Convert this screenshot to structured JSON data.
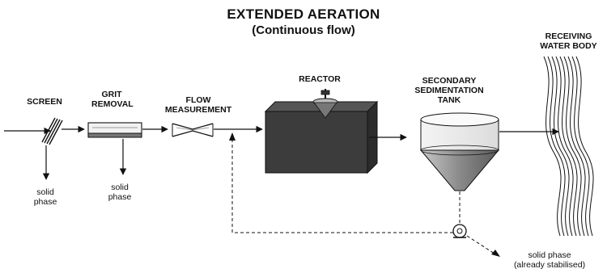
{
  "title": "EXTENDED AERATION",
  "subtitle": "(Continuous flow)",
  "units": {
    "screen": "SCREEN",
    "grit_line1": "GRIT",
    "grit_line2": "REMOVAL",
    "flow_line1": "FLOW",
    "flow_line2": "MEASUREMENT",
    "reactor": "REACTOR",
    "sst_line1": "SECONDARY",
    "sst_line2": "SEDIMENTATION",
    "sst_line3": "TANK",
    "receiving_line1": "RECEIVING",
    "receiving_line2": "WATER BODY"
  },
  "outputs": {
    "screen_solid_line1": "solid",
    "screen_solid_line2": "phase",
    "grit_solid_line1": "solid",
    "grit_solid_line2": "phase",
    "sludge_line1": "solid phase",
    "sludge_line2": "(already stabilised)"
  }
}
